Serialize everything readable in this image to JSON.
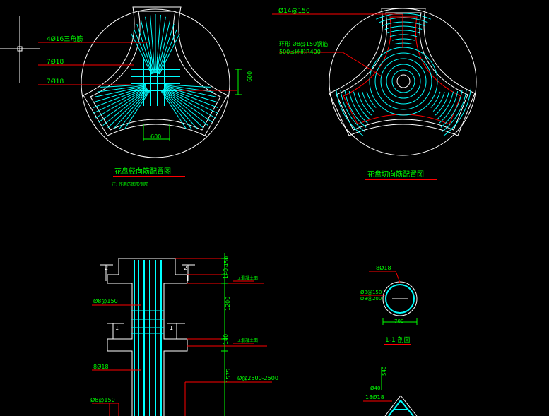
{
  "colors": {
    "background": "#000000",
    "outline": "#ffffff",
    "rebar": "#00ffff",
    "leader": "#ff0000",
    "label": "#00ff00",
    "dimension": "#00ff00",
    "title": "#00ff00",
    "title_underline": "#ff0000",
    "cursor": "#ffffff"
  },
  "radial_plan": {
    "title": "花盘径向筋配置图",
    "note": "注: 作用的图形钢筋",
    "labels": [
      "4Ø16三角筋",
      "7Ø18",
      "7Ø18"
    ],
    "dim_vertical": "600",
    "dim_horizontal": "600"
  },
  "tangential_plan": {
    "title": "花盘切向筋配置图",
    "labels": [
      "Ø14@150",
      "环形 Ø8@150钢筋",
      "500≤环形R400"
    ]
  },
  "elevation": {
    "section_marks": [
      "2",
      "2",
      "1",
      "1"
    ],
    "labels": [
      "Ø8@150",
      "8Ø18",
      "Ø8@150"
    ],
    "dims": [
      "450",
      "140",
      "1200",
      "140",
      "1575"
    ],
    "level_labels": [
      "±混凝土面",
      "±混凝土面"
    ],
    "spacing_label": "Ø@2500-2500"
  },
  "section_1_1": {
    "title": "1-1 剖面",
    "labels": [
      "8Ø18",
      "Ø8@150",
      "Ø8@200"
    ],
    "diameter": "700"
  },
  "bottom_detail": {
    "labels": [
      "18Ø18",
      "Ø40"
    ],
    "dim": "540"
  }
}
